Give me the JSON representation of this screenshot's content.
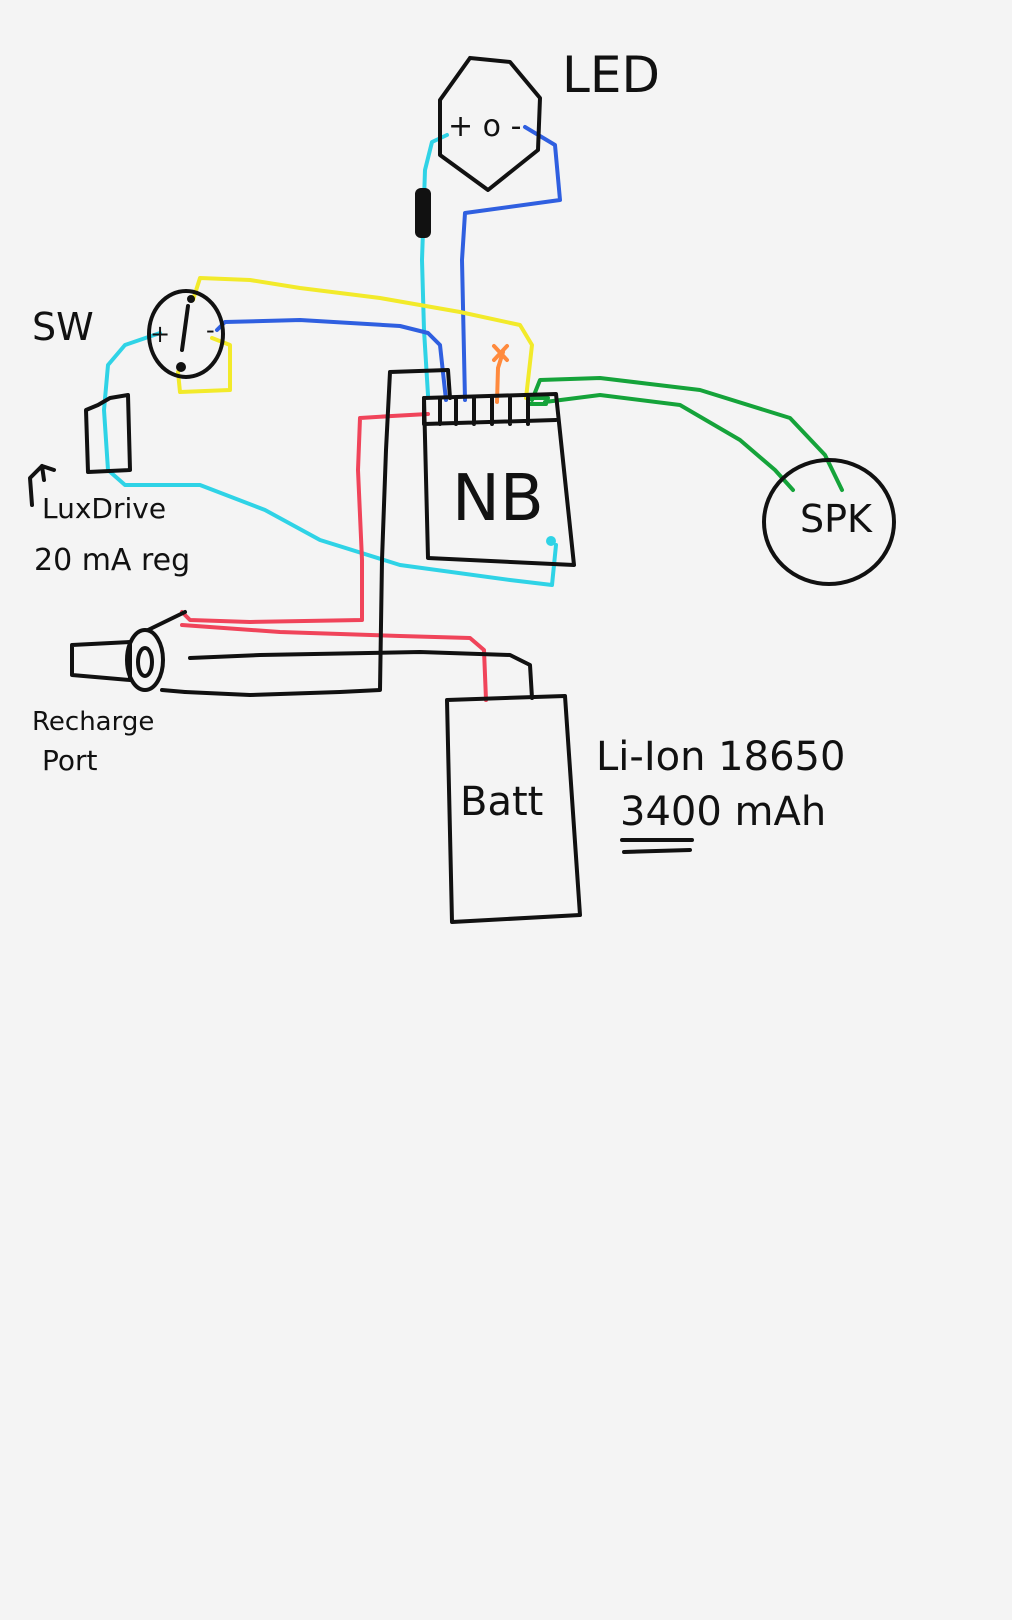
{
  "labels": {
    "led": "LED",
    "led_pins": "+ o -",
    "switch": "SW",
    "switch_plus": "+",
    "switch_minus": "-",
    "luxdrive": "LuxDrive",
    "luxdrive_reg": "20 mA reg",
    "board": "NB",
    "speaker": "SPK",
    "recharge": "Recharge",
    "port": "Port",
    "battery": "Batt",
    "battery_type": "Li-Ion 18650",
    "battery_capacity": "3400 mAh"
  },
  "colors": {
    "ink": "#111111",
    "cyan": "#2fd3e6",
    "blue": "#2f5fe0",
    "yellow": "#f2ea2a",
    "red": "#f0445a",
    "green": "#15a33a",
    "orange": "#ff8a3d"
  }
}
